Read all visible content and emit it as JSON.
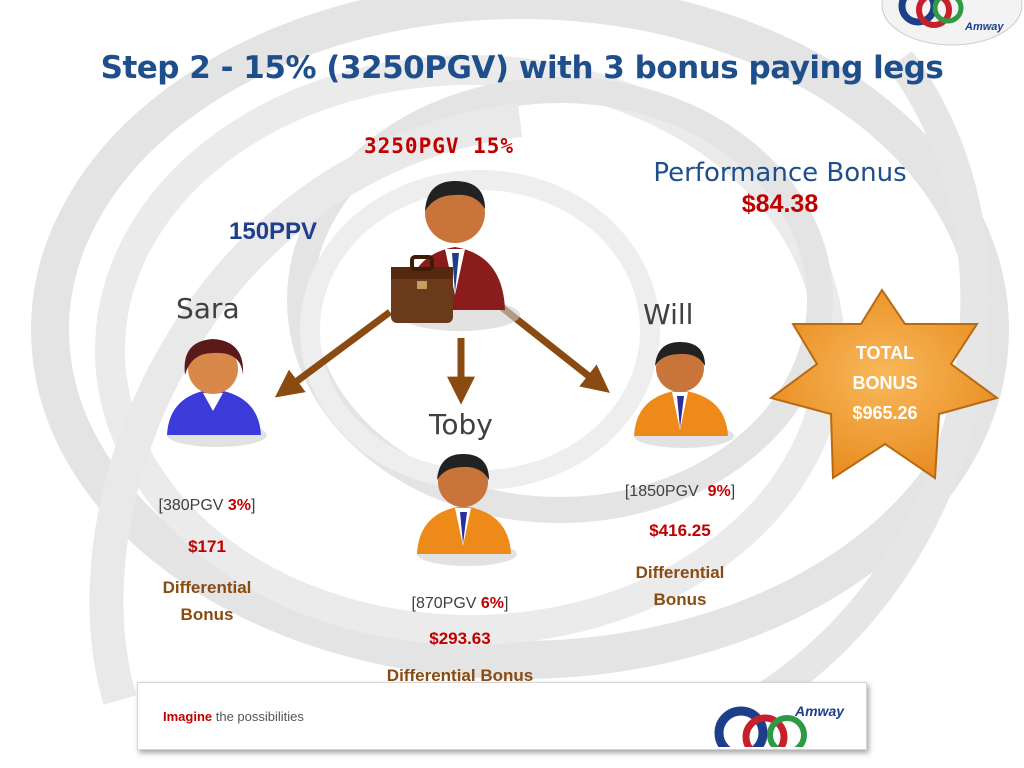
{
  "slide": {
    "title": "Step 2 - 15% (3250PGV) with 3 bonus paying legs",
    "top_label": "3250PGV 15%",
    "ppv_label": "150PPV",
    "performance_bonus": {
      "label": "Performance Bonus",
      "amount": "$84.38"
    },
    "legs": [
      {
        "name": "Sara",
        "pgv": "380PGV",
        "percent": "3%",
        "amount": "$171",
        "bonus_line1": "Differential",
        "bonus_line2": "Bonus"
      },
      {
        "name": "Toby",
        "pgv": "870PGV",
        "percent": "6%",
        "amount": "$293.63",
        "bonus_line1": "Differential Bonus"
      },
      {
        "name": "Will",
        "pgv": "1850PGV",
        "percent": "9%",
        "amount": "$416.25",
        "bonus_line1": "Differential",
        "bonus_line2": "Bonus"
      }
    ],
    "total_bonus": {
      "line1": "TOTAL",
      "line2": "BONUS",
      "amount": "$965.26"
    },
    "footer": {
      "highlight": "Imagine",
      "rest": " the possibilities"
    },
    "brand": "Amway"
  },
  "colors": {
    "title": "#1f4e8c",
    "red": "#c00000",
    "star": "#f2a03c",
    "arrow": "#8a4b12",
    "sara_shirt": "#3b3bd9",
    "toby_will_shirt": "#ee8a1a",
    "boss_suit": "#8b1c1c"
  }
}
